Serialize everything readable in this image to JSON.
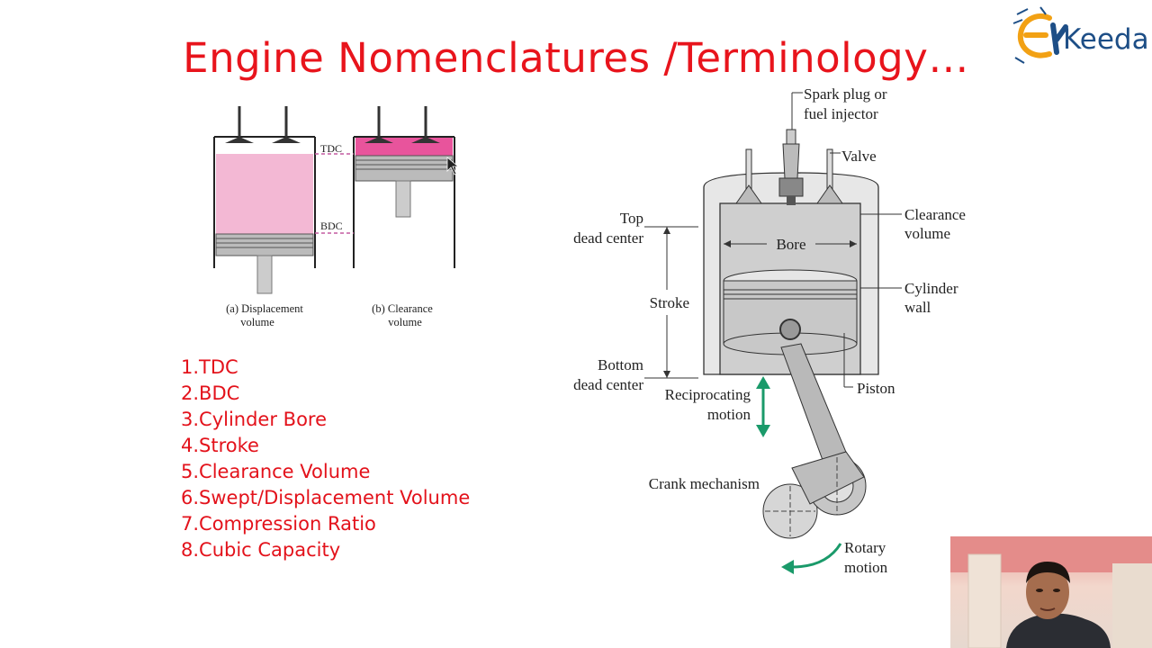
{
  "slide": {
    "title": "Engine Nomenclatures /Terminology…",
    "logo_text": "Keeda",
    "title_color": "#e8141c"
  },
  "small_diagram": {
    "tdc_label": "TDC",
    "bdc_label": "BDC",
    "caption_a_line1": "(a) Displacement",
    "caption_a_line2": "volume",
    "caption_b_line1": "(b) Clearance",
    "caption_b_line2": "volume",
    "fill_color": "#f3b8d4"
  },
  "main_diagram": {
    "spark_plug_line1": "Spark plug or",
    "spark_plug_line2": "fuel injector",
    "valve": "Valve",
    "top_dead_center_line1": "Top",
    "top_dead_center_line2": "dead center",
    "bore": "Bore",
    "clearance_volume_line1": "Clearance",
    "clearance_volume_line2": "volume",
    "stroke": "Stroke",
    "cylinder_wall_line1": "Cylinder",
    "cylinder_wall_line2": "wall",
    "bottom_dead_center_line1": "Bottom",
    "bottom_dead_center_line2": "dead center",
    "reciprocating_line1": "Reciprocating",
    "reciprocating_line2": "motion",
    "piston": "Piston",
    "crank_mechanism": "Crank mechanism",
    "rotary_line1": "Rotary",
    "rotary_line2": "motion",
    "arrow_color": "#1a9a6a"
  },
  "terms": [
    "1.TDC",
    "2.BDC",
    "3.Cylinder Bore",
    "4.Stroke",
    "5.Clearance Volume",
    "6.Swept/Displacement Volume",
    "7.Compression Ratio",
    "8.Cubic Capacity"
  ],
  "terms_color": "#e3121b"
}
